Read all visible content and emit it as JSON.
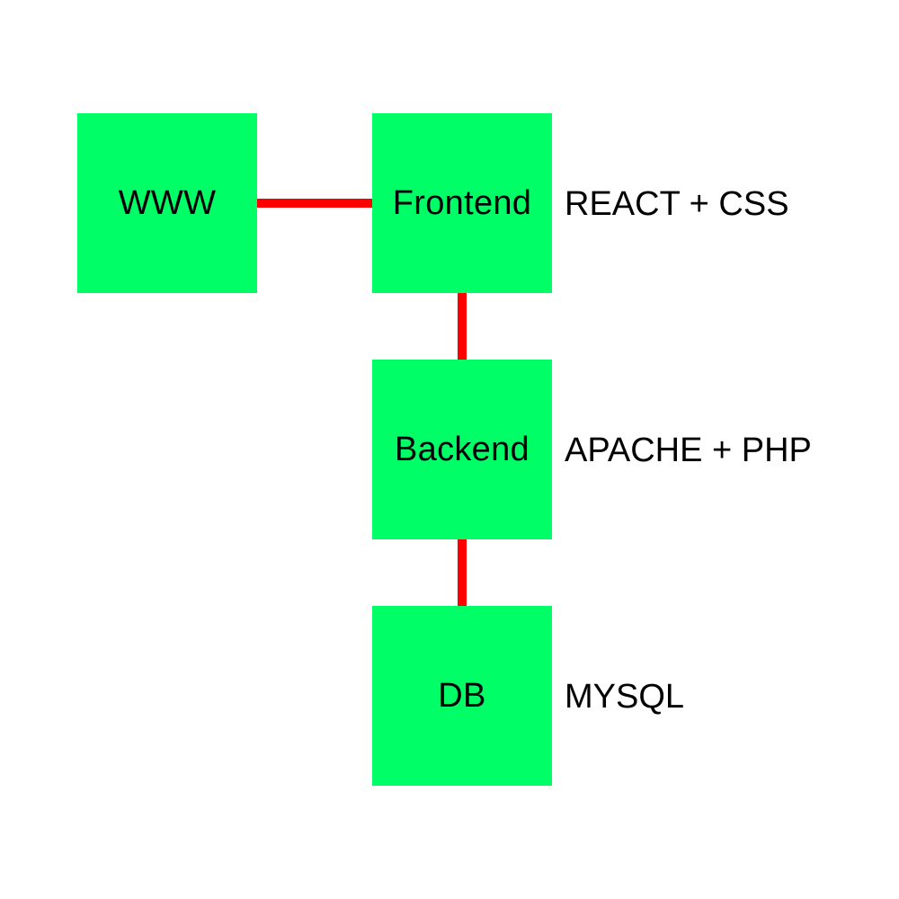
{
  "colors": {
    "node_fill": "#00ff66",
    "connector": "#ff0000",
    "text": "#000000",
    "background": "#ffffff"
  },
  "nodes": {
    "www": {
      "label": "WWW"
    },
    "frontend": {
      "label": "Frontend",
      "tech": "REACT + CSS"
    },
    "backend": {
      "label": "Backend",
      "tech": "APACHE + PHP"
    },
    "db": {
      "label": "DB",
      "tech": "MYSQL"
    }
  },
  "connections": [
    {
      "from": "WWW",
      "to": "Frontend"
    },
    {
      "from": "Frontend",
      "to": "Backend"
    },
    {
      "from": "Backend",
      "to": "DB"
    }
  ]
}
